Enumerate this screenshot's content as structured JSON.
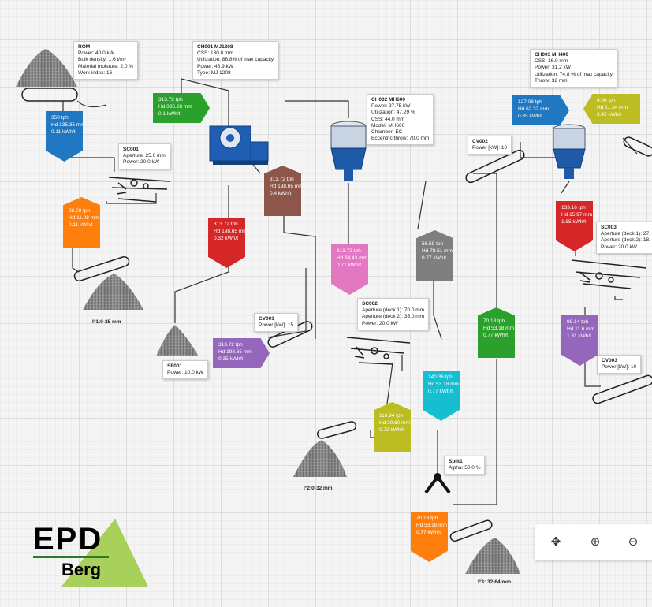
{
  "info_boxes": [
    {
      "id": "rom",
      "title": "ROM",
      "lines": [
        "Power: 40.0 kW",
        "Bulk density: 1.6 t/m³",
        "Material moisture: 2.0 %",
        "Work index: 16"
      ]
    },
    {
      "id": "ch001",
      "title": "CH001 MJ1208",
      "lines": [
        "CSS: 180.0 mm",
        "Utilization: 88.8% of max capacity",
        "Power: 46.9 kW",
        "Type: MJ 1208"
      ]
    },
    {
      "id": "sc001",
      "title": "SC001",
      "lines": [
        "Aperture: 25.0 mm",
        "Power: 20.0 kW"
      ]
    },
    {
      "id": "ch002",
      "title": "CH002 MH600",
      "lines": [
        "Power: 97.75 kW",
        "Utilization: 47.29 %",
        "CSS: 44.0 mm",
        "Model: MH600",
        "Chamber: EC",
        "Eccentric throw: 70.0 mm"
      ]
    },
    {
      "id": "ch003",
      "title": "CH003 MH400",
      "lines": [
        "CSS: 16.0 mm",
        "Power: 31.2 kW",
        "Utilization: 74.8 % of max capacity",
        "Throw: 32 mm"
      ]
    },
    {
      "id": "cv002",
      "title": "CV002",
      "lines": [
        "Power [kW]: 10"
      ]
    },
    {
      "id": "sc003",
      "title": "SC003",
      "lines": [
        "Aperture (deck 1): 27.",
        "Aperture (deck 2): 18.",
        "Power: 20.0 kW"
      ]
    },
    {
      "id": "cv001",
      "title": "CV001",
      "lines": [
        "Power [kW]: 15"
      ]
    },
    {
      "id": "sf001",
      "title": "SF001",
      "lines": [
        "Power: 10.0 kW"
      ]
    },
    {
      "id": "sc002",
      "title": "SC002",
      "lines": [
        "Aperture (deck 1): 70.0 mm",
        "Aperture (deck 2): 35.0 mm",
        "Power: 20.0 kW"
      ]
    },
    {
      "id": "cv003",
      "title": "CV003",
      "lines": [
        "Power [kW]: 10"
      ]
    },
    {
      "id": "split1",
      "title": "Split1",
      "lines": [
        "Alpha: 50.0 %"
      ]
    }
  ],
  "flow_tags": [
    {
      "id": "t1",
      "color": "#1f78c1",
      "tph": "350 tph",
      "hn": "Hd 335.35 mm",
      "kwh": "0.11 kWh/t"
    },
    {
      "id": "t2",
      "color": "#2ca02c",
      "tph": "313.72 tph",
      "hn": "Hd 335.28 mm",
      "kwh": "0.1 kWh/t"
    },
    {
      "id": "t3",
      "color": "#ff7f0e",
      "tph": "36.28 tph",
      "hn": "Hd 11.98 mm",
      "kwh": "0.11 kWh/t"
    },
    {
      "id": "t4",
      "color": "#8c564b",
      "tph": "313.72 tph",
      "hn": "Hd 198.65 mm",
      "kwh": "0.4 kWh/t"
    },
    {
      "id": "t5",
      "color": "#d62728",
      "tph": "313.72 tph",
      "hn": "Hd 198.65 mm",
      "kwh": "0.32 kWh/t"
    },
    {
      "id": "t6",
      "color": "#9467bd",
      "tph": "313.72 tph",
      "hn": "Hd 198.65 mm",
      "kwh": "0.35 kWh/t"
    },
    {
      "id": "t7",
      "color": "#e377c2",
      "tph": "313.72 tph",
      "hn": "Hd 64.43 mm",
      "kwh": "0.71 kWh/t"
    },
    {
      "id": "t8",
      "color": "#7f7f7f",
      "tph": "56.59 tph",
      "hn": "Hd 78.51 mm",
      "kwh": "0.77 kWh/t"
    },
    {
      "id": "t9",
      "color": "#2ca02c",
      "tph": "70.18 tph",
      "hn": "Hd 53.18 mm",
      "kwh": "0.77 kWh/t"
    },
    {
      "id": "t10",
      "color": "#17becf",
      "tph": "140.36 tph",
      "hn": "Hd 53.18 mm",
      "kwh": "0.77 kWh/t"
    },
    {
      "id": "t11",
      "color": "#bcbd22",
      "tph": "116.94 tph",
      "hn": "Hd 20.60 mm",
      "kwh": "0.72 kWh/t"
    },
    {
      "id": "t12",
      "color": "#ff7f0e",
      "tph": "70.18 tph",
      "hn": "Hd 53.18 mm",
      "kwh": "0.77 kWh/t"
    },
    {
      "id": "t13",
      "color": "#1f78c1",
      "tph": "127.08 tph",
      "hn": "Hd 62.32 mm",
      "kwh": "0.85 kWh/t"
    },
    {
      "id": "t14",
      "color": "#bcbd22",
      "tph": "6.06 tph",
      "hn": "Hd 21.34 mm",
      "kwh": "3.45 kWh/t"
    },
    {
      "id": "t15",
      "color": "#d62728",
      "tph": "133.16 tph",
      "hn": "Hd 15.97 mm",
      "kwh": "1.85 kWh/t"
    },
    {
      "id": "t16",
      "color": "#9467bd",
      "tph": "98.14 tph",
      "hn": "Hd 11.6 mm",
      "kwh": "1.31 kWh/t"
    }
  ],
  "product_labels": {
    "p1": "I°1:0-25 mm",
    "p2": "I°2:0-32 mm",
    "p3": "I°3: 32-64 mm"
  },
  "logo": {
    "main": "EPD",
    "sub": "Berg",
    "accent": "#a8d05a"
  },
  "zoom_controls": {
    "center": "center-icon",
    "zoom_in": "zoom-in-icon",
    "zoom_out": "zoom-out-icon"
  }
}
